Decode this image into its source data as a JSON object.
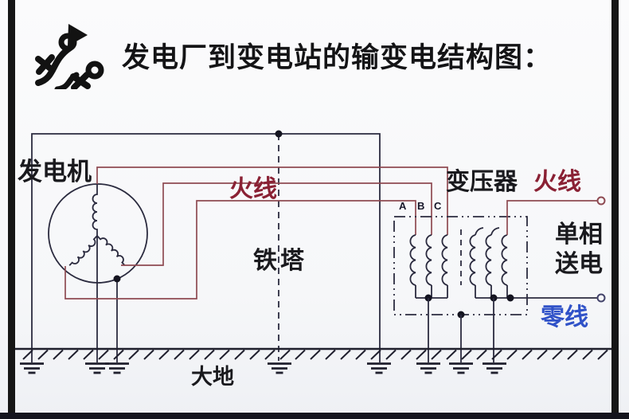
{
  "title": "发电厂到变电站的输变电结构图：",
  "header_icon": "strategy-playbook-icon",
  "diagram": {
    "generator": "发电机",
    "live_wire_left": "火线",
    "tower": "铁塔",
    "transformer": "变压器",
    "live_wire_right": "火线",
    "single_phase_1": "单相",
    "single_phase_2": "送电",
    "neutral": "零线",
    "earth": "大地",
    "phases": [
      "A",
      "B",
      "C"
    ]
  },
  "colors": {
    "live-wire": "#8e4a52",
    "live-text": "#8a2134",
    "neutral-text": "#3052c8",
    "line": "#2b2b3f",
    "frame": "#161616"
  }
}
